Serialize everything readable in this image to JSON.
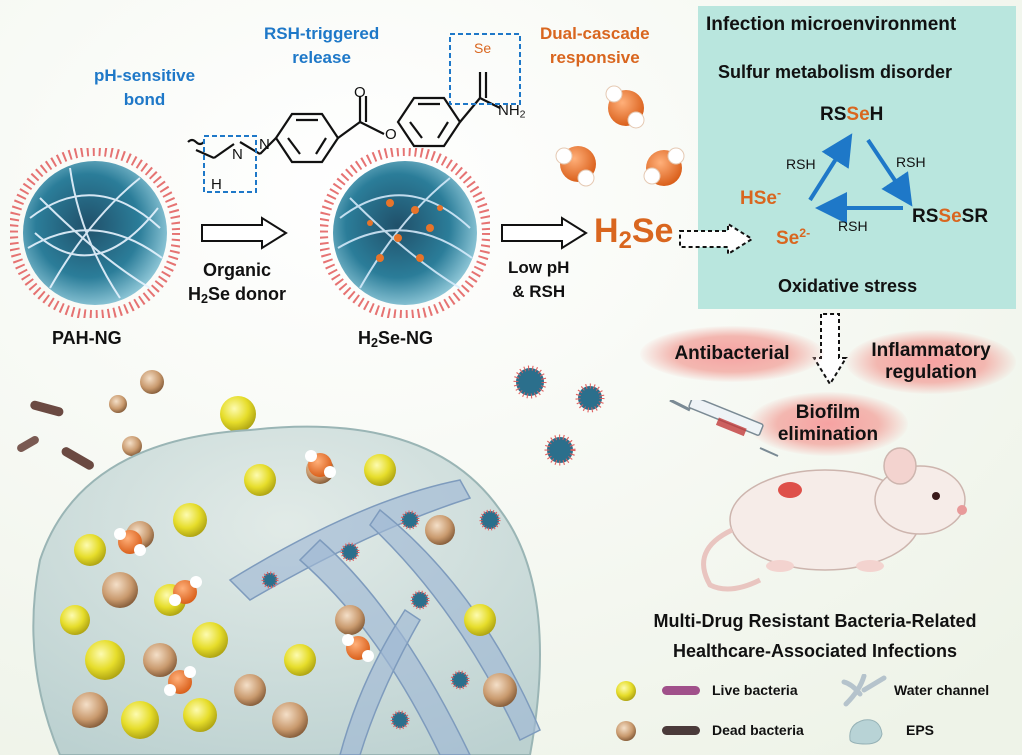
{
  "labels": {
    "ph_bond_1": "pH-sensitive",
    "ph_bond_2": "bond",
    "rsh_release_1": "RSH-triggered",
    "rsh_release_2": "release",
    "se_atom": "Se",
    "nh2_atom": "NH",
    "nh2_sub": "2",
    "n_atom_1": "N",
    "n_atom_2": "N",
    "h_atom": "H",
    "o_atom_1": "O",
    "o_atom_2": "O",
    "dual_cascade_1": "Dual-cascade",
    "dual_cascade_2": "responsive",
    "pah_ng": "PAH-NG",
    "organic": "Organic",
    "donor_h": "H",
    "donor_sub": "2",
    "donor_rest": "Se donor",
    "h2se_ng_h": "H",
    "h2se_ng_sub": "2",
    "h2se_ng_rest": "Se-NG",
    "low_ph": "Low pH",
    "and_rsh": "& RSH",
    "h2se_big_h": "H",
    "h2se_big_sub": "2",
    "h2se_big_rest": "Se"
  },
  "panel": {
    "title": "Infection microenvironment",
    "subtitle": "Sulfur metabolism disorder",
    "rsseh_pre": "RS",
    "rsseh_se": "Se",
    "rsseh_post": "H",
    "rssesr_pre": "RS",
    "rssesr_se": "Se",
    "rssesr_post": "SR",
    "hse": "HSe",
    "hse_sup": "-",
    "se2": "Se",
    "se2_sup": "2-",
    "rsh_left": "RSH",
    "rsh_right": "RSH",
    "rsh_bottom": "RSH",
    "oxidative": "Oxidative stress"
  },
  "effects": {
    "antibacterial": "Antibacterial",
    "inflammatory_1": "Inflammatory",
    "inflammatory_2": "regulation",
    "biofilm_1": "Biofilm",
    "biofilm_2": "elimination"
  },
  "footer": {
    "title_1": "Multi-Drug Resistant Bacteria-Related",
    "title_2": "Healthcare-Associated Infections"
  },
  "legend": {
    "live": "Live bacteria",
    "dead": "Dead bacteria",
    "water": "Water channel",
    "eps": "EPS"
  },
  "colors": {
    "blue": "#1e78c8",
    "orange": "#d9661f",
    "panel": "#b9e6de",
    "pill": "#f4a7a5"
  }
}
